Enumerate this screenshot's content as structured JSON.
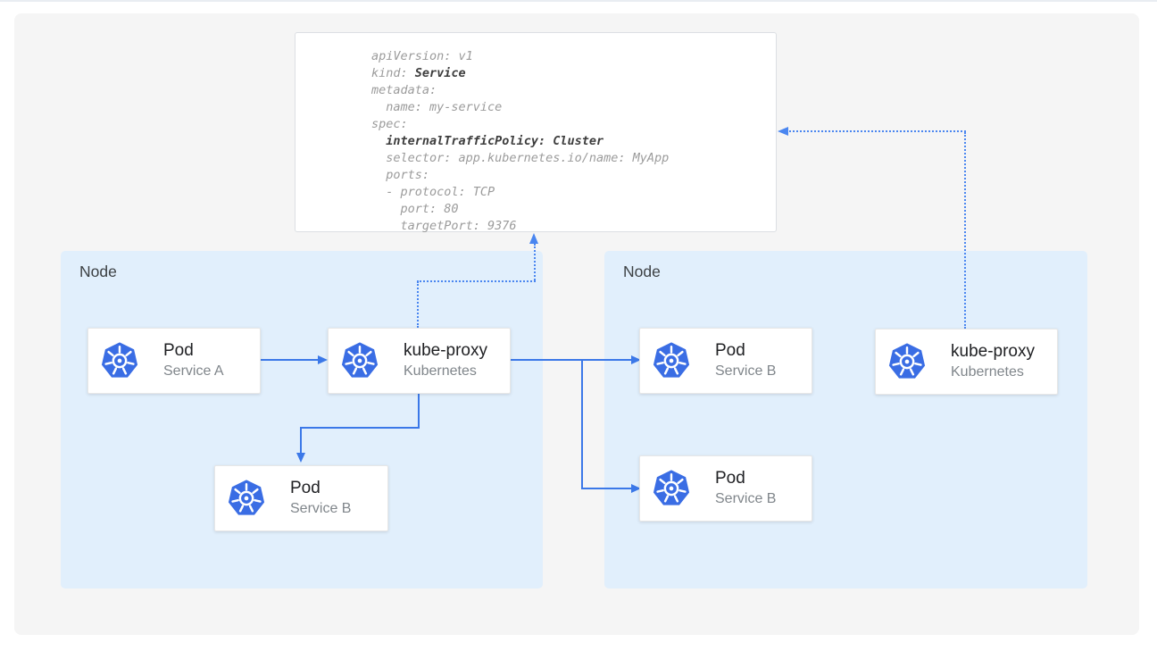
{
  "code": {
    "lines": [
      {
        "plain": "apiVersion: v1"
      },
      {
        "prefix": "kind: ",
        "bold": "Service"
      },
      {
        "plain": "metadata:"
      },
      {
        "plain": "  name: my-service"
      },
      {
        "plain": "spec:"
      },
      {
        "prefix": "  ",
        "bold": "internalTrafficPolicy: Cluster"
      },
      {
        "plain": "  selector: app.kubernetes.io/name: MyApp"
      },
      {
        "plain": "  ports:"
      },
      {
        "plain": "  - protocol: TCP"
      },
      {
        "plain": "    port: 80"
      },
      {
        "plain": "    targetPort: 9376"
      }
    ]
  },
  "nodes": {
    "left": {
      "label": "Node"
    },
    "right": {
      "label": "Node"
    }
  },
  "cards": {
    "pod_a": {
      "title": "Pod",
      "subtitle": "Service A"
    },
    "kube_proxy_left": {
      "title": "kube-proxy",
      "subtitle": "Kubernetes"
    },
    "pod_b_left": {
      "title": "Pod",
      "subtitle": "Service B"
    },
    "pod_b_right_top": {
      "title": "Pod",
      "subtitle": "Service B"
    },
    "pod_b_right_bottom": {
      "title": "Pod",
      "subtitle": "Service B"
    },
    "kube_proxy_right": {
      "title": "kube-proxy",
      "subtitle": "Kubernetes"
    }
  },
  "colors": {
    "arrow_solid": "#3b78e8",
    "arrow_dotted": "#4a86f0",
    "node_background": "#e1effc",
    "kubernetes_blue": "#3a6de4",
    "code_normal": "#9b9b9b",
    "code_bold": "#3d3d3d"
  }
}
